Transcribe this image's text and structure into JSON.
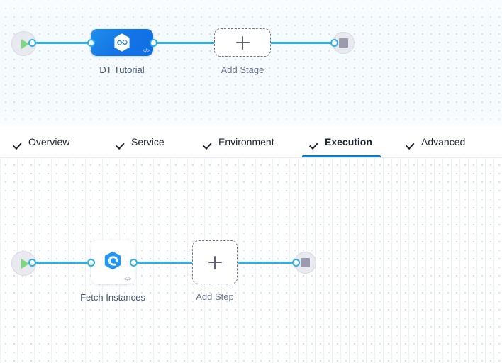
{
  "stage_canvas": {
    "name": "pipeline-stage-canvas",
    "start_node": {
      "icon": "play-icon",
      "label": ""
    },
    "end_node": {
      "icon": "stop-icon",
      "label": ""
    },
    "nodes": [
      {
        "id": "stage-dt-tutorial",
        "label": "DT Tutorial",
        "icon": "harness-hexagon-infinity-icon",
        "badge": "</>",
        "type": "stage"
      }
    ],
    "add_node": {
      "label": "Add Stage",
      "icon": "plus-icon"
    }
  },
  "tabs": {
    "name": "stage-config-tabs",
    "items": [
      {
        "label": "Overview",
        "icon": "check-icon",
        "active": false
      },
      {
        "label": "Service",
        "icon": "check-icon",
        "active": false
      },
      {
        "label": "Environment",
        "icon": "check-icon",
        "active": false
      },
      {
        "label": "Execution",
        "icon": "check-icon",
        "active": true
      },
      {
        "label": "Advanced",
        "icon": "check-icon",
        "active": false
      }
    ]
  },
  "step_canvas": {
    "name": "execution-step-canvas",
    "start_node": {
      "icon": "play-icon",
      "label": ""
    },
    "end_node": {
      "icon": "stop-icon",
      "label": ""
    },
    "nodes": [
      {
        "id": "step-fetch-instances",
        "label": "Fetch Instances",
        "icon": "hexagon-spiral-icon",
        "badge": "</>",
        "type": "step"
      }
    ],
    "add_node": {
      "label": "Add Step",
      "icon": "plus-icon"
    }
  },
  "colors": {
    "accent_blue": "#0b7ad1",
    "connector_blue": "#2fafe8",
    "stage_node_blue": "#1373e6",
    "step_icon_blue": "#2196f3",
    "play_green": "#7ed97e",
    "stop_gray": "#9b9bb0",
    "canvas_stage_bg": "#f4fafd",
    "canvas_step_bg": "#ffffff",
    "label_text": "#42526b",
    "tab_text": "#1c2331"
  }
}
